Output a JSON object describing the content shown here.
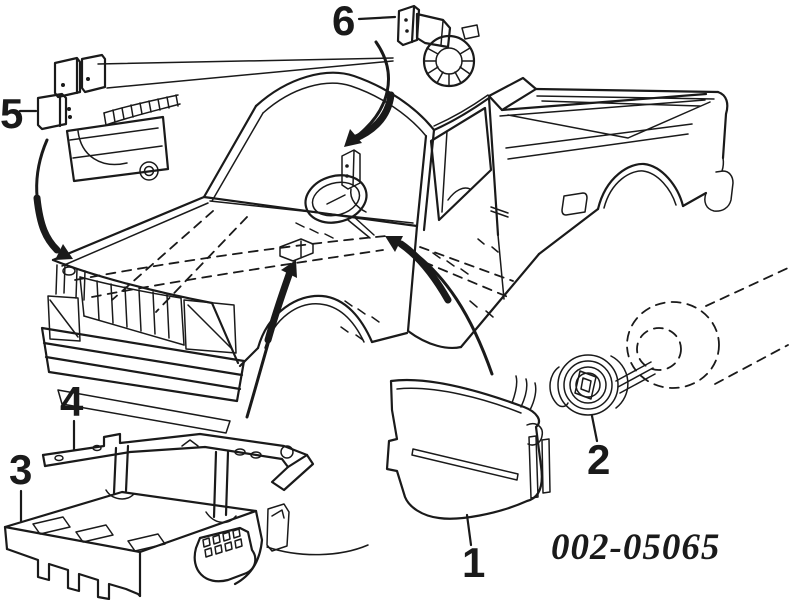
{
  "figure": {
    "code": "002-05065",
    "background_color": "#ffffff",
    "line_color": "#1a1a1a",
    "callouts": [
      {
        "label": "1"
      },
      {
        "label": "2"
      },
      {
        "label": "3"
      },
      {
        "label": "4"
      },
      {
        "label": "5"
      },
      {
        "label": "6"
      }
    ]
  }
}
